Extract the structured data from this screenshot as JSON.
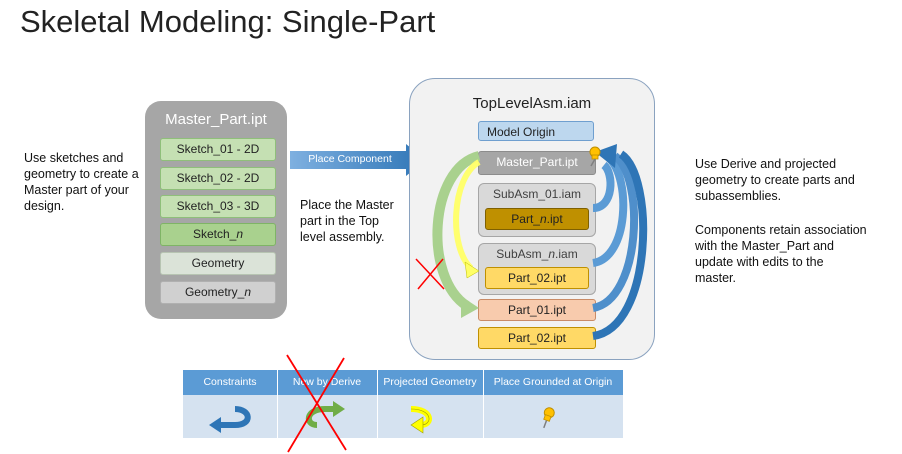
{
  "title": "Skeletal Modeling: Single-Part",
  "left_note": [
    "Use sketches and",
    "geometry to create a",
    "Master part of your",
    "design."
  ],
  "master_panel": {
    "title": "Master_Part.ipt",
    "items": [
      {
        "label": "Sketch_01 - 2D"
      },
      {
        "label": "Sketch_02 - 2D"
      },
      {
        "label": "Sketch_03 - 3D"
      },
      {
        "label": "Sketch_",
        "italic": "n"
      },
      {
        "label": "Geometry"
      },
      {
        "label": "Geometry_",
        "italic": "n"
      }
    ]
  },
  "place_arrow_label": "Place Component",
  "middle_note": [
    "Place the Master",
    "part in the Top",
    "level assembly."
  ],
  "assembly": {
    "title": "TopLevelAsm.iam",
    "model_origin": "Model Origin",
    "master_part": "Master_Part.ipt",
    "subasm1": {
      "title": "SubAsm_01.iam",
      "part_prefix": "Part_",
      "part_italic": "n",
      "part_suffix": ".ipt"
    },
    "subasmn": {
      "title_prefix": "SubAsm_",
      "title_italic": "n",
      "title_suffix": ".iam",
      "part": "Part_02.ipt"
    },
    "part01": "Part_01.ipt",
    "part02": "Part_02.ipt"
  },
  "right_note1": [
    "Use Derive and projected",
    "geometry to create parts and",
    "subassemblies."
  ],
  "right_note2": [
    "Components retain association",
    "with the Master_Part and",
    "update with edits to the",
    "master."
  ],
  "legend": {
    "headers": [
      "Constraints",
      "New by Derive",
      "Projected Geometry",
      "Place Grounded  at Origin"
    ]
  },
  "colors": {
    "master_panel": "#a6a6a6",
    "sketch_green": "#c5e0b3",
    "arrow_blue": "#2e75b6",
    "derive_green": "#a9d18e",
    "projected_yellow": "#ffff66",
    "legend_header": "#5b9bd5",
    "cross_red": "#ff0000"
  },
  "icons": [
    "pushpin-icon",
    "cross-out-icon",
    "constraint-arrow-icon",
    "derive-arrow-icon",
    "projected-arrow-icon"
  ]
}
